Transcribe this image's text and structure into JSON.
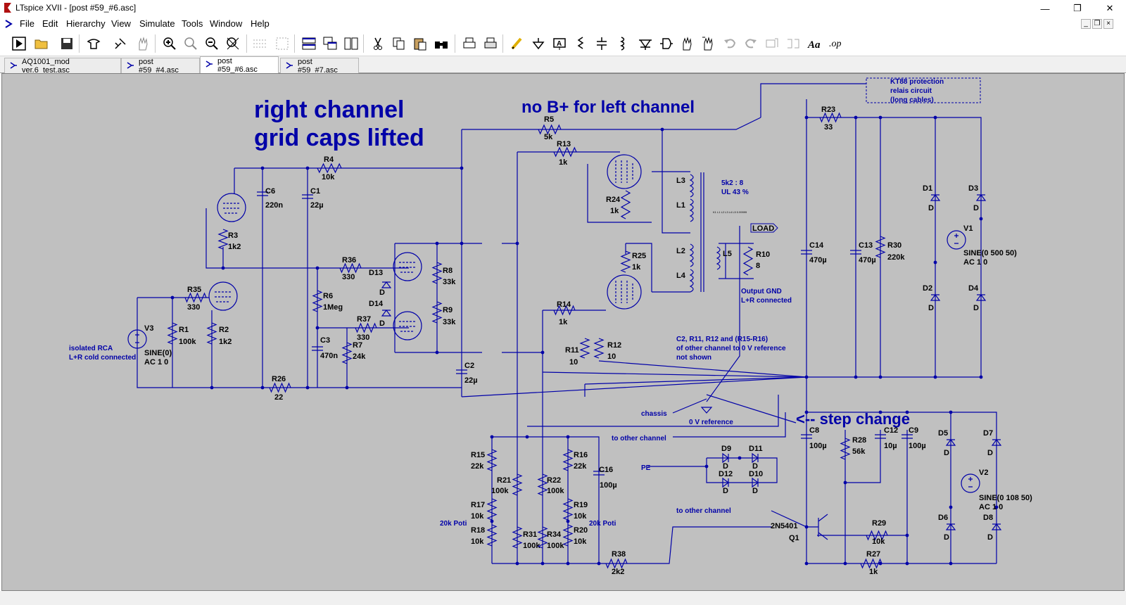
{
  "window": {
    "title": "LTspice XVII - [post #59_#6.asc]"
  },
  "menu": {
    "items": [
      "File",
      "Edit",
      "Hierarchy",
      "View",
      "Simulate",
      "Tools",
      "Window",
      "Help"
    ]
  },
  "toolbar": {
    "icons": [
      "run-icon",
      "open-icon",
      "save-icon",
      "control-panel-icon",
      "probe-icon",
      "pan-icon",
      "zoom-in-icon",
      "zoom-area-icon",
      "zoom-out-icon",
      "zoom-fit-icon",
      "autorange-icon",
      "grid-icon",
      "tile-horizontal-icon",
      "cascade-icon",
      "tile-vertical-icon",
      "cut-icon",
      "copy-icon",
      "paste-icon",
      "find-icon",
      "print-icon",
      "print-setup-icon",
      "draw-wire-icon",
      "ground-icon",
      "label-net-icon",
      "resistor-icon",
      "capacitor-icon",
      "inductor-icon",
      "diode-icon",
      "component-icon",
      "move-icon",
      "drag-icon",
      "undo-icon",
      "redo-icon",
      "rotate-icon",
      "mirror-icon",
      "text-icon",
      "spice-directive-icon"
    ],
    "spice_directive_label": ".op",
    "text_label": "Aa"
  },
  "tabs": [
    {
      "label": "AQ1001_mod ver.6_test.asc",
      "active": false
    },
    {
      "label": "post #59_#4.asc",
      "active": false
    },
    {
      "label": "post #59_#6.asc",
      "active": true
    },
    {
      "label": "post #59_#7.asc",
      "active": false
    }
  ],
  "schematic": {
    "headings": {
      "right_channel_1": "right channel",
      "right_channel_2": "grid caps lifted",
      "no_bplus": "no B+ for left channel",
      "step_change": "<-- step change"
    },
    "notes": {
      "kt88_1": "KT88 protection",
      "kt88_2": "relais circuit",
      "kt88_3": "(long cables)",
      "transformer_ratio": "5k2 : 8",
      "transformer_ul": "UL 43 %",
      "output_gnd_1": "Output GND",
      "output_gnd_2": "L+R connected",
      "c2_note_1": "C2, R11, R12 and (R15-R16)",
      "c2_note_2": "of other channel to 0 V reference",
      "c2_note_3": "not shown",
      "chassis": "chassis",
      "zero_v": "0 V reference",
      "to_other_1": "to other channel",
      "to_other_2": "to other channel",
      "pe": "PE",
      "isolated_1": "isolated RCA",
      "isolated_2": "L+R cold connected",
      "poti_left": "20k Poti",
      "poti_right": "20k Poti",
      "load": "LOAD",
      "k_directive": "K1 L1 L2 L3 L4 L5 0.99999"
    },
    "components": {
      "R4": [
        "R4",
        "10k"
      ],
      "R5": [
        "R5",
        "5k"
      ],
      "R13": [
        "R13",
        "1k"
      ],
      "R23": [
        "R23",
        "33"
      ],
      "C6": [
        "C6",
        "220n"
      ],
      "C1": [
        "C1",
        "22µ"
      ],
      "R3": [
        "R3",
        "1k2"
      ],
      "R24": [
        "R24",
        "1k"
      ],
      "R36": [
        "R36",
        "330"
      ],
      "D13": [
        "D13",
        "D"
      ],
      "R8": [
        "R8",
        "33k"
      ],
      "R6": [
        "R6",
        "1Meg"
      ],
      "D14": [
        "D14",
        "D"
      ],
      "R9": [
        "R9",
        "33k"
      ],
      "R35": [
        "R35",
        "330"
      ],
      "R1": [
        "R1",
        "100k"
      ],
      "R2": [
        "R2",
        "1k2"
      ],
      "V3": [
        "V3",
        "SINE(0)",
        "AC 1 0"
      ],
      "R37": [
        "R37",
        "330"
      ],
      "C3": [
        "C3",
        "470n"
      ],
      "R7": [
        "R7",
        "24k"
      ],
      "C2": [
        "C2",
        "22µ"
      ],
      "R26": [
        "R26",
        "22"
      ],
      "R25": [
        "R25",
        "1k"
      ],
      "R14": [
        "R14",
        "1k"
      ],
      "R11": [
        "R11",
        "10"
      ],
      "R12": [
        "R12",
        "10"
      ],
      "L3": [
        "L3"
      ],
      "L1": [
        "L1"
      ],
      "L2": [
        "L2"
      ],
      "L4": [
        "L4"
      ],
      "L5": [
        "L5"
      ],
      "R10": [
        "R10",
        "8"
      ],
      "C14": [
        "C14",
        "470µ"
      ],
      "C13": [
        "C13",
        "470µ"
      ],
      "R30": [
        "R30",
        "220k"
      ],
      "D1": [
        "D1",
        "D"
      ],
      "D3": [
        "D3",
        "D"
      ],
      "D2": [
        "D2",
        "D"
      ],
      "D4": [
        "D4",
        "D"
      ],
      "V1": [
        "V1",
        "SINE(0 500 50)",
        "AC 1 0"
      ],
      "C8": [
        "C8",
        "100µ"
      ],
      "R28": [
        "R28",
        "56k"
      ],
      "C12": [
        "C12",
        "10µ"
      ],
      "C9": [
        "C9",
        "100µ"
      ],
      "D5": [
        "D5",
        "D"
      ],
      "D7": [
        "D7",
        "D"
      ],
      "D6": [
        "D6",
        "D"
      ],
      "D8": [
        "D8",
        "D"
      ],
      "V2": [
        "V2",
        "SINE(0 108 50)",
        "AC 1 0"
      ],
      "D9": [
        "D9",
        "D"
      ],
      "D11": [
        "D11",
        "D"
      ],
      "D12": [
        "D12",
        "D"
      ],
      "D10": [
        "D10",
        "D"
      ],
      "R15": [
        "R15",
        "22k"
      ],
      "R16": [
        "R16",
        "22k"
      ],
      "C16": [
        "C16",
        "100µ"
      ],
      "R21": [
        "R21",
        "100k"
      ],
      "R22": [
        "R22",
        "100k"
      ],
      "R17": [
        "R17",
        "10k"
      ],
      "R19": [
        "R19",
        "10k"
      ],
      "R18": [
        "R18",
        "10k"
      ],
      "R31": [
        "R31",
        "100k"
      ],
      "R34": [
        "R34",
        "100k"
      ],
      "R20": [
        "R20",
        "10k"
      ],
      "R38": [
        "R38",
        "2k2"
      ],
      "Q1": [
        "2N5401",
        "Q1"
      ],
      "R29": [
        "R29",
        "10k"
      ],
      "R27": [
        "R27",
        "1k"
      ]
    }
  },
  "colors": {
    "wire": "#0000a8",
    "canvas": "#c0c0c0",
    "text": "#000000"
  }
}
